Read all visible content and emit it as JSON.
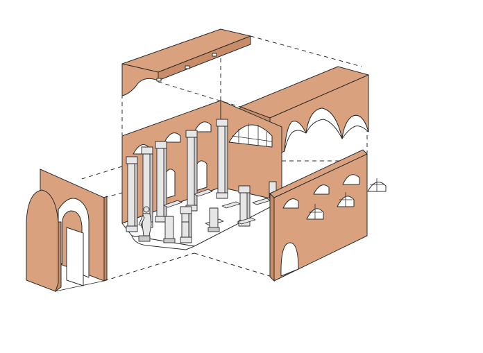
{
  "colors": {
    "wall": "#d9a17d",
    "wall_dark": "#c88d68",
    "stone": "#e6e6e6",
    "stone_dark": "#c9c9c9",
    "line": "#2b2b2b",
    "background": "#ffffff"
  },
  "parts": [
    "roof-slab",
    "arcade-roof-block",
    "colonnade-back-walls",
    "column-row",
    "floor-plate",
    "statue",
    "front-entrance-wall",
    "side-arched-wall",
    "arched-opening-piece",
    "explode-guides"
  ]
}
